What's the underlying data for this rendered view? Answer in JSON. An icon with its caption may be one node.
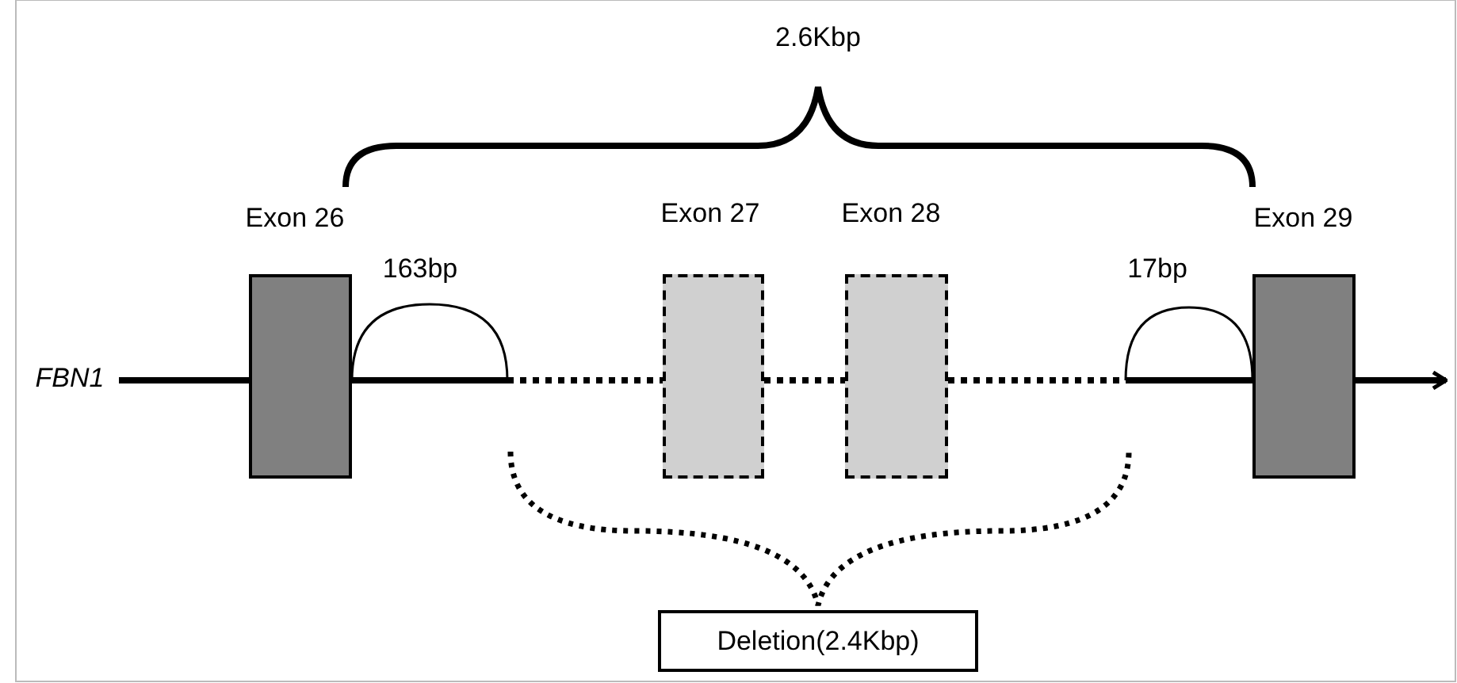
{
  "diagram": {
    "nodes": [
      {
        "text": [
          "Exon 26"
        ]
      },
      {
        "text": [
          "Exon 27"
        ]
      },
      {
        "text": [
          "Exon 28"
        ]
      },
      {
        "text": [
          "Exon 29"
        ]
      },
      {
        "text": [
          "Deletion(2.4Kbp)"
        ]
      }
    ],
    "edges": [],
    "labels": [
      "2.6Kbp",
      "163bp",
      "17bp",
      "FBN1"
    ]
  }
}
